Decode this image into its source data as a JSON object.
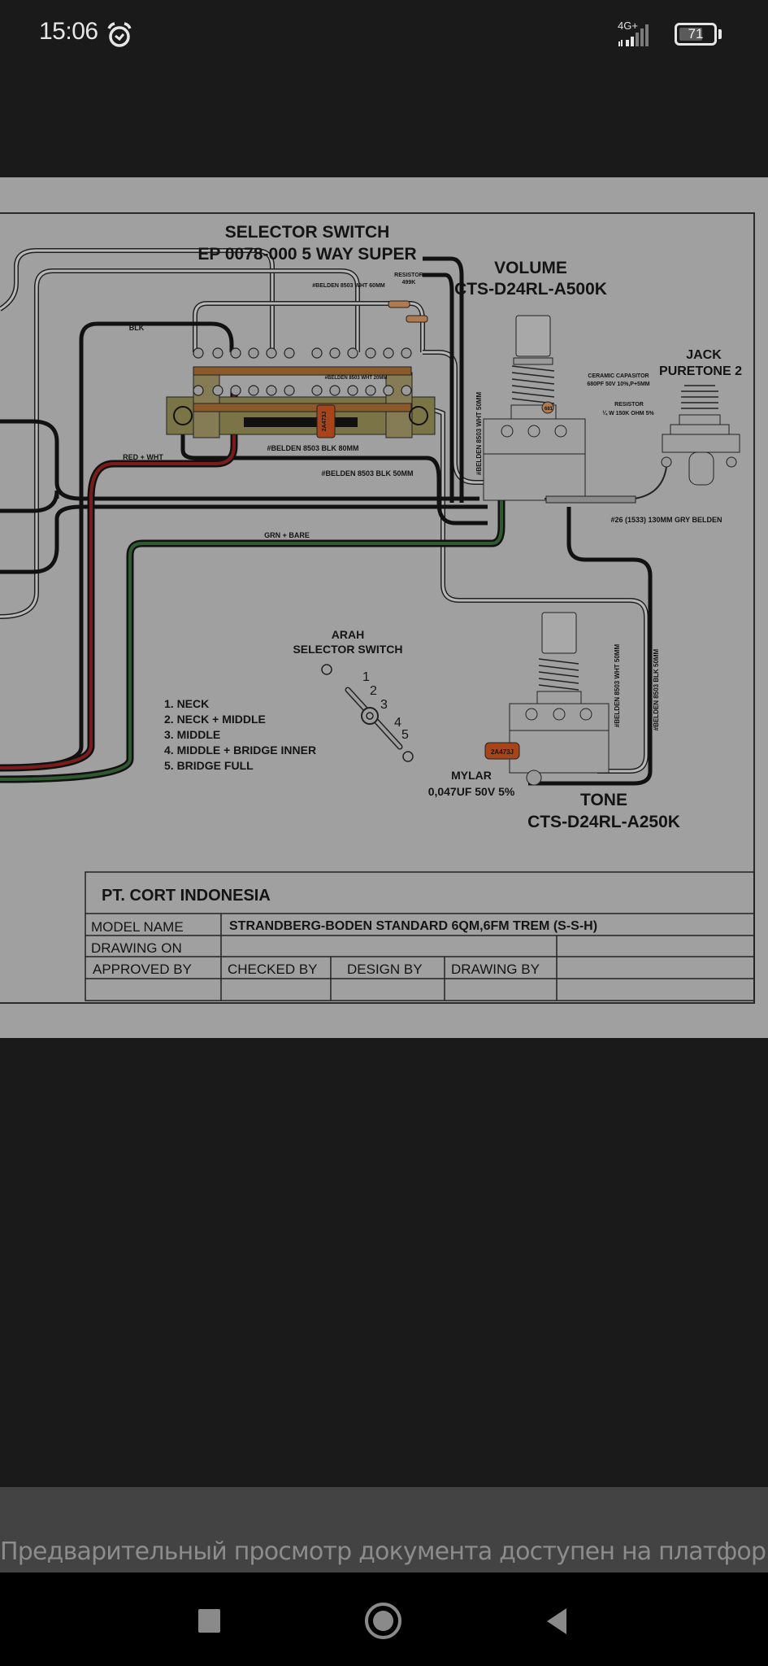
{
  "status_bar": {
    "time": "15:06",
    "alarm_icon": "alarm-clock-icon",
    "network": "4G+",
    "signal_icon": "signal-bars-icon",
    "battery_percent": 71,
    "battery_label": "71"
  },
  "document": {
    "selector_switch_title": "SELECTOR SWITCH",
    "selector_switch_model": "EP 0078-000 5 WAY SUPER",
    "volume_title": "VOLUME",
    "volume_model": "CTS-D24RL-A500K",
    "jack_title": "JACK",
    "jack_model": "PURETONE 2",
    "tone_title": "TONE",
    "tone_model": "CTS-D24RL-A250K",
    "labels": {
      "belden_wht_60": "#BELDEN 8503 WHT 60MM",
      "resistor_top": "RESISTOR",
      "resistor_top_value": "499K",
      "belden_wht_20": "#BELDEN 8503 WHT 20MM",
      "belden_blk_80": "#BELDEN 8503 BLK 80MM",
      "belden_blk_50": "#BELDEN 8503 BLK 50MM",
      "belden_wht_50_vertical": "#BELDEN 8503 WHT 50MM",
      "ceramic_cap": "CERAMIC CAPASITOR",
      "ceramic_cap_value": "680PF 50V 10%,P+5MM",
      "resistor_vol": "RESISTOR",
      "resistor_vol_value": "¼ W 150K OHM 5%",
      "gry_belden": "#26 (1533) 130MM GRY BELDEN",
      "blk": "BLK",
      "red_wht": "RED + WHT",
      "grn_bare": "GRN + BARE",
      "tone_wht_50": "#BELDEN 8503 WHT 50MM",
      "tone_blk_50": "#BELDEN 8503 BLK 50MM",
      "cap_code": "2A473J",
      "ceramic_code": "681",
      "mylar": "MYLAR",
      "mylar_value": "0,047UF 50V 5%"
    },
    "arah": {
      "title": "ARAH",
      "subtitle": "SELECTOR SWITCH",
      "positions": [
        "1",
        "2",
        "3",
        "4",
        "5"
      ]
    },
    "positions_legend": [
      "1. NECK",
      "2. NECK  + MIDDLE",
      "3. MIDDLE",
      "4. MIDDLE + BRIDGE INNER",
      "5. BRIDGE FULL"
    ],
    "title_block": {
      "company": "PT. CORT INDONESIA",
      "model_name_label": "MODEL NAME",
      "model_name_value": "STRANDBERG-BODEN STANDARD 6QM,6FM TREM (S-S-H)",
      "drawing_on_label": "DRAWING ON",
      "approved_by_label": "APPROVED BY",
      "checked_by_label": "CHECKED BY",
      "design_by_label": "DESIGN BY",
      "drawing_by_label": "DRAWING BY"
    }
  },
  "preview_banner": {
    "text": "Предварительный просмотр документа доступен на платформ..."
  },
  "nav_bar": {
    "recents_icon": "square-recents-icon",
    "home_icon": "circle-home-icon",
    "back_icon": "triangle-back-icon"
  },
  "colors": {
    "background": "#1a1a1a",
    "document_bg": "#a0a0a0",
    "banner_bg": "#434343",
    "wire_red": "#7a1c1c",
    "wire_green": "#2f5a2f",
    "switch_body": "#7a7447",
    "switch_bar": "#8a5a2a",
    "cap_orange": "#a8441a"
  }
}
